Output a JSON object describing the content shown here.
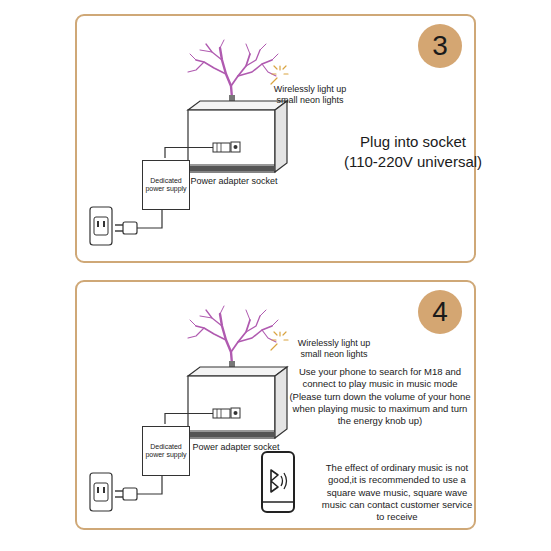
{
  "diagram": {
    "nodes": [
      {
        "text": [
          "Plug into socket (110-220V universal)"
        ]
      },
      {
        "text": [
          "3"
        ],
        "in": 0
      },
      {
        "text": [
          "Dedicated power supply"
        ],
        "in": 0
      },
      {
        "text": [
          "Use your phone to search for M18 and connect to play music in music mode (Please turn down the volume of your hone when playing music to maximum and turn the energy knob up)",
          "The effect of ordinary music is not good,it is recommended to use a square wave music, square wave music can contact customer service to receive"
        ]
      },
      {
        "text": [
          "4"
        ],
        "in": 3
      },
      {
        "text": [
          "Dedicated power supply"
        ],
        "in": 3
      }
    ],
    "labels": [
      "Wirelessly light up small neon lights",
      "Power adapter socket",
      "Wirelessly light up small neon lights",
      "Power adapter socket"
    ]
  }
}
